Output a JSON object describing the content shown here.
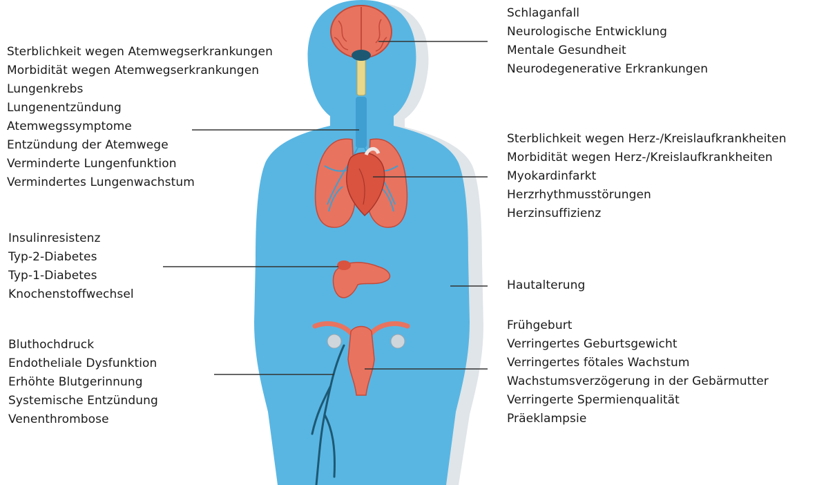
{
  "figure": {
    "colors": {
      "body": "#59b6e3",
      "body_shadow": "#c5cfd6",
      "organ": "#e8735f",
      "organ_dark": "#c44a3a",
      "airway": "#3f9fd0",
      "spine": "#e9d889",
      "vein": "#1d5873",
      "leader_line": "#333333"
    },
    "icons": [
      "brain-icon",
      "lungs-icon",
      "heart-icon",
      "pancreas-icon",
      "uterus-icon",
      "vein-icon"
    ]
  },
  "groups": {
    "respiratory": [
      "Sterblichkeit wegen Atemwegserkrankungen",
      "Morbidität wegen Atemwegserkrankungen",
      "Lungenkrebs",
      "Lungenentzündung",
      "Atemwegssymptome",
      "Entzündung der Atemwege",
      "Verminderte Lungenfunktion",
      "Vermindertes Lungenwachstum"
    ],
    "metabolic": [
      "Insulinresistenz",
      "Typ-2-Diabetes",
      "Typ-1-Diabetes",
      "Knochenstoffwechsel"
    ],
    "vascular": [
      "Bluthochdruck",
      "Endotheliale Dysfunktion",
      "Erhöhte Blutgerinnung",
      "Systemische Entzündung",
      "Venenthrombose"
    ],
    "neurological": [
      "Schlaganfall",
      "Neurologische Entwicklung",
      "Mentale Gesundheit",
      "Neurodegenerative Erkrankungen"
    ],
    "cardiovascular": [
      "Sterblichkeit wegen Herz-/Kreislaufkrankheiten",
      "Morbidität wegen Herz-/Kreislaufkrankheiten",
      "Myokardinfarkt",
      "Herzrhythmusstörungen",
      "Herzinsuffizienz"
    ],
    "skin": [
      "Hautalterung"
    ],
    "reproductive": [
      "Frühgeburt",
      "Verringertes Geburtsgewicht",
      "Verringertes fötales Wachstum",
      "Wachstumsverzögerung in der Gebärmutter",
      "Verringerte Spermienqualität",
      "Präeklampsie"
    ]
  }
}
